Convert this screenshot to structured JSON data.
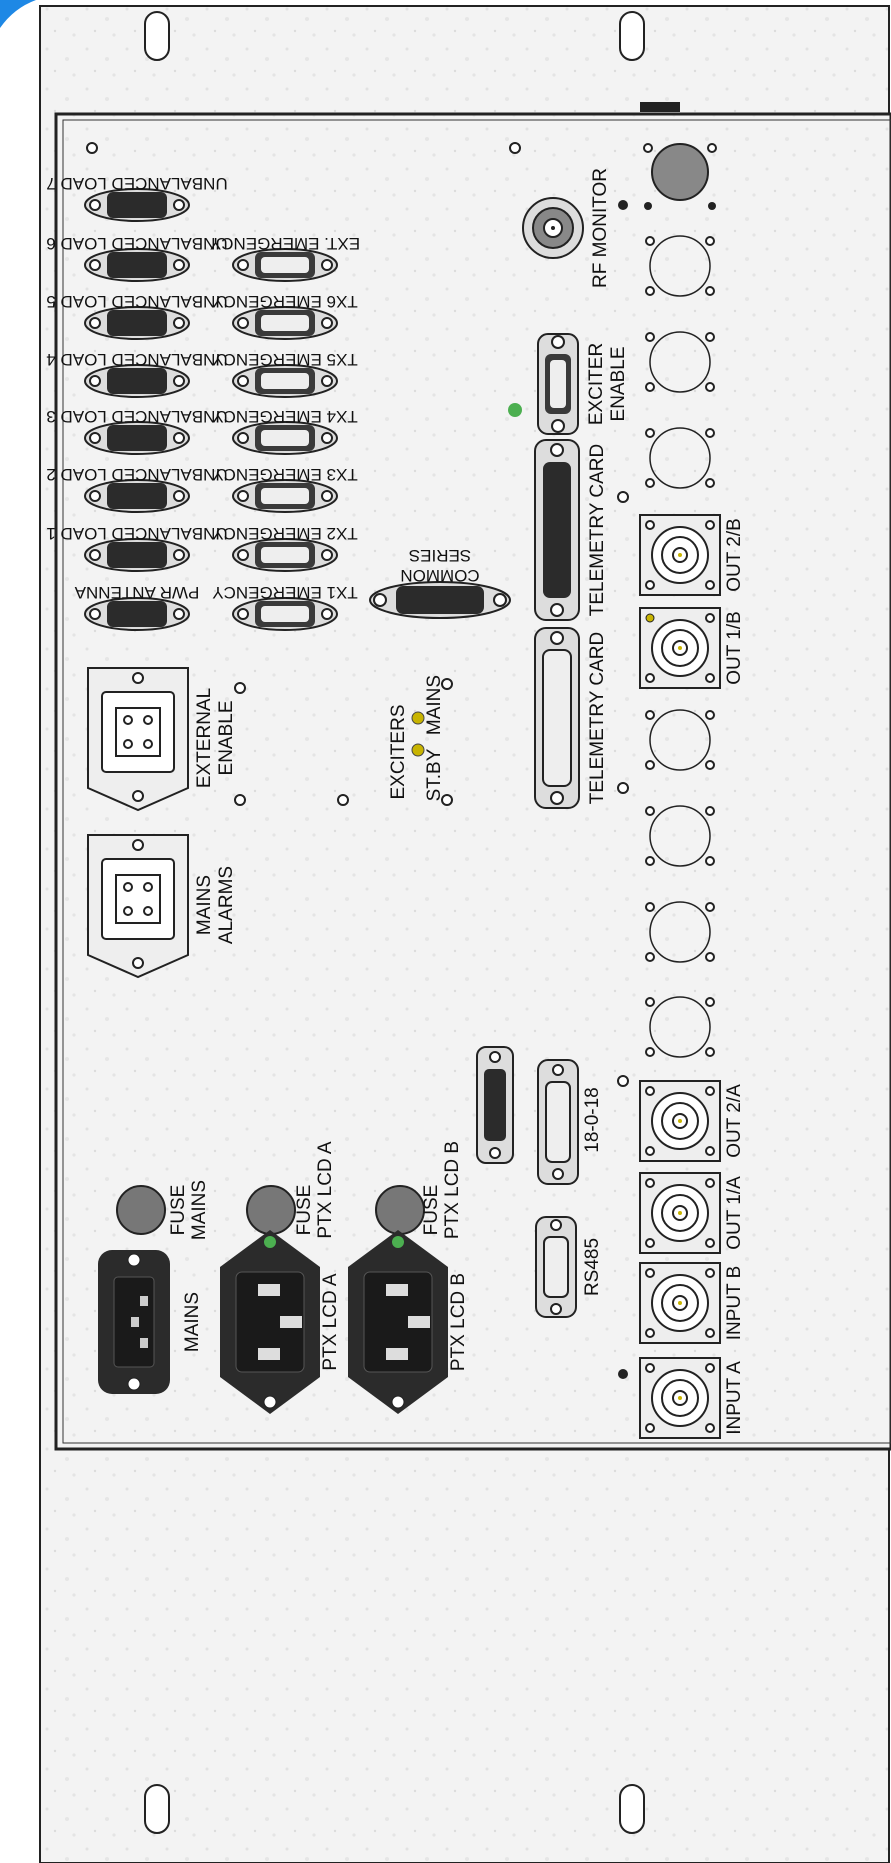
{
  "labels": {
    "unbalanced_load_7": "UNBALANCED LOAD 7",
    "unbalanced_load_6": "UNBALANCED LOAD 6",
    "unbalanced_load_5": "UNBALANCED LOAD 5",
    "unbalanced_load_4": "UNBALANCED LOAD 4",
    "unbalanced_load_3": "UNBALANCED LOAD 3",
    "unbalanced_load_2": "UNBALANCED LOAD 2",
    "unbalanced_load_1": "UNBALANCED LOAD 1",
    "pwr_antenna": "PWR ANTENNA",
    "ext_emergency": "EXT. EMERGENCY",
    "tx6_emergency": "TX6 EMERGENCY",
    "tx5_emergency": "TX5 EMERGENCY",
    "tx4_emergency": "TX4 EMERGENCY",
    "tx3_emergency": "TX3 EMERGENCY",
    "tx2_emergency": "TX2 EMERGENCY",
    "tx1_emergency": "TX1 EMERGENCY",
    "common": "COMMON",
    "series": "SERIES",
    "rf_monitor": "RF MONITOR",
    "exciter": "EXCITER",
    "enable": "ENABLE",
    "telemetry_card": "TELEMETRY CARD",
    "external": "EXTERNAL",
    "external_enable": "ENABLE",
    "exciters": "EXCITERS",
    "st_by": "ST.BY",
    "mains_led": "MAINS",
    "mains_alarms_1": "MAINS",
    "mains_alarms_2": "ALARMS",
    "out_2b": "OUT 2/B",
    "out_1b": "OUT 1/B",
    "out_2a": "OUT 2/A",
    "out_1a": "OUT 1/A",
    "input_b": "INPUT B",
    "input_a": "INPUT A",
    "rs485": "RS485",
    "port_18_0_18": "18-0-18",
    "fuse": "FUSE",
    "fuse_mains": "MAINS",
    "fuse_ptx_a": "PTX LCD A",
    "fuse_ptx_b": "PTX LCD B",
    "mains": "MAINS",
    "ptx_lcd_a": "PTX LCD A",
    "ptx_lcd_b": "PTX LCD B"
  },
  "colors": {
    "panel": "#f2f2f2",
    "connector_dark": "#2b2b2b",
    "led_green": "#4caf50",
    "led_amber": "#c8b400",
    "accent_blue": "#1e88e5"
  },
  "icons": {
    "db9": "db9-connector-icon",
    "db25": "db25-connector-icon",
    "bnc": "bnc-connector-icon",
    "iec": "iec-power-inlet-icon",
    "fuse": "fuse-holder-icon",
    "led": "led-indicator-icon"
  }
}
